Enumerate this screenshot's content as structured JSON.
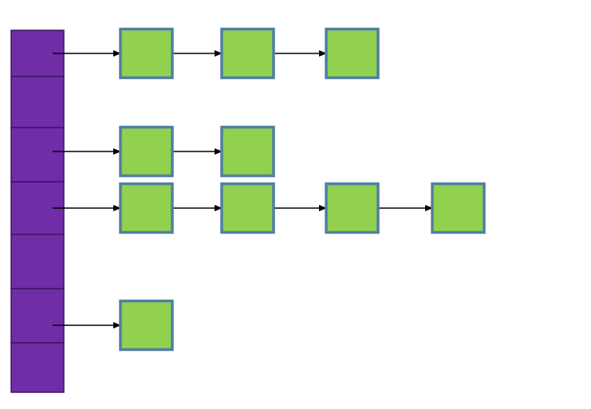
{
  "colors": {
    "array_fill": "#6f2da8",
    "array_divider": "#3c1660",
    "node_fill": "#92d050",
    "node_border": "#4f7fa3",
    "arrow": "#000000"
  },
  "array": {
    "slot_count": 7
  },
  "chains": [
    {
      "slot": 0,
      "node_count": 3
    },
    {
      "slot": 2,
      "node_count": 2
    },
    {
      "slot": 3,
      "node_count": 4
    },
    {
      "slot": 5,
      "node_count": 1
    }
  ]
}
